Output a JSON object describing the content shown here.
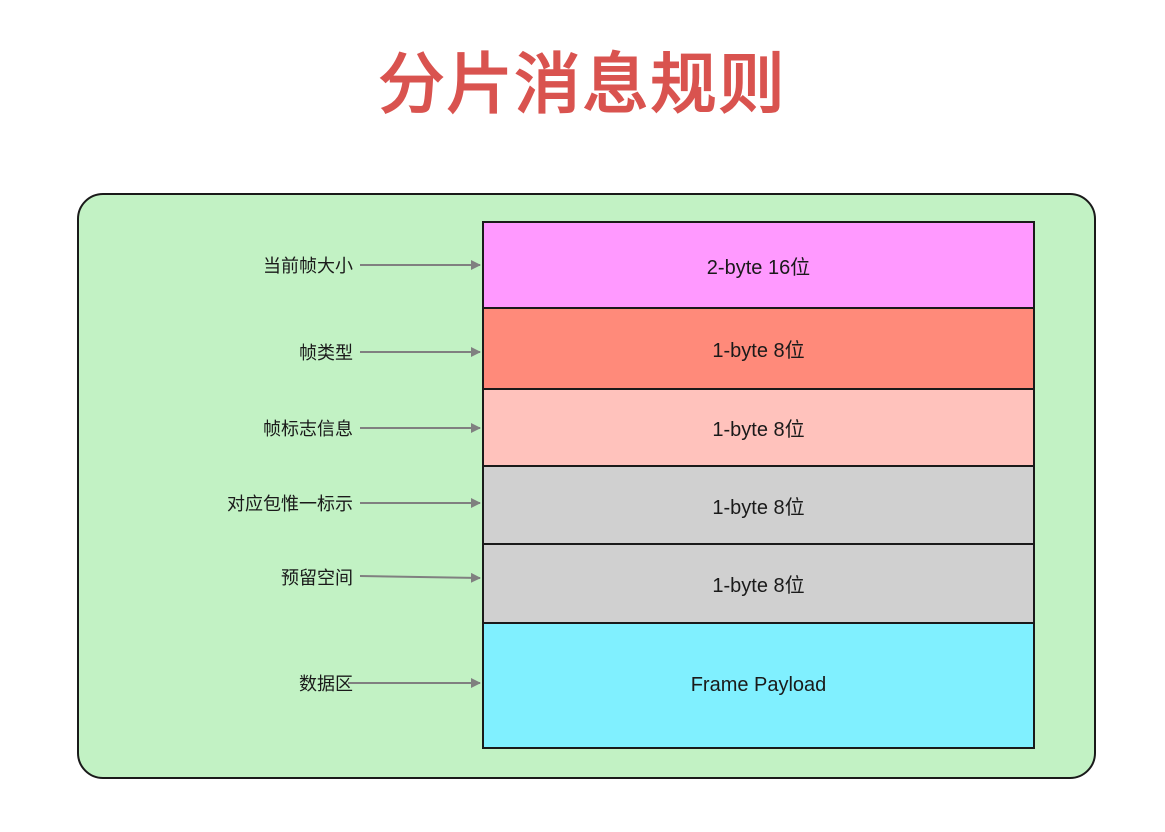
{
  "title": {
    "text": "分片消息规则",
    "color": "#d9534f"
  },
  "panel": {
    "background": "#c2f2c4"
  },
  "rows": [
    {
      "label": "当前帧大小",
      "content": "2-byte 16位",
      "color": "#ff99ff"
    },
    {
      "label": "帧类型",
      "content": "1-byte 8位",
      "color": "#ff8a7a"
    },
    {
      "label": "帧标志信息",
      "content": "1-byte 8位",
      "color": "#ffc2bc"
    },
    {
      "label": "对应包惟一标示",
      "content": "1-byte 8位",
      "color": "#d0d0d0"
    },
    {
      "label": "预留空间",
      "content": "1-byte 8位",
      "color": "#d0d0d0"
    },
    {
      "label": "数据区",
      "content": "Frame Payload",
      "color": "#80f0ff"
    }
  ],
  "arrow_color": "#808080"
}
